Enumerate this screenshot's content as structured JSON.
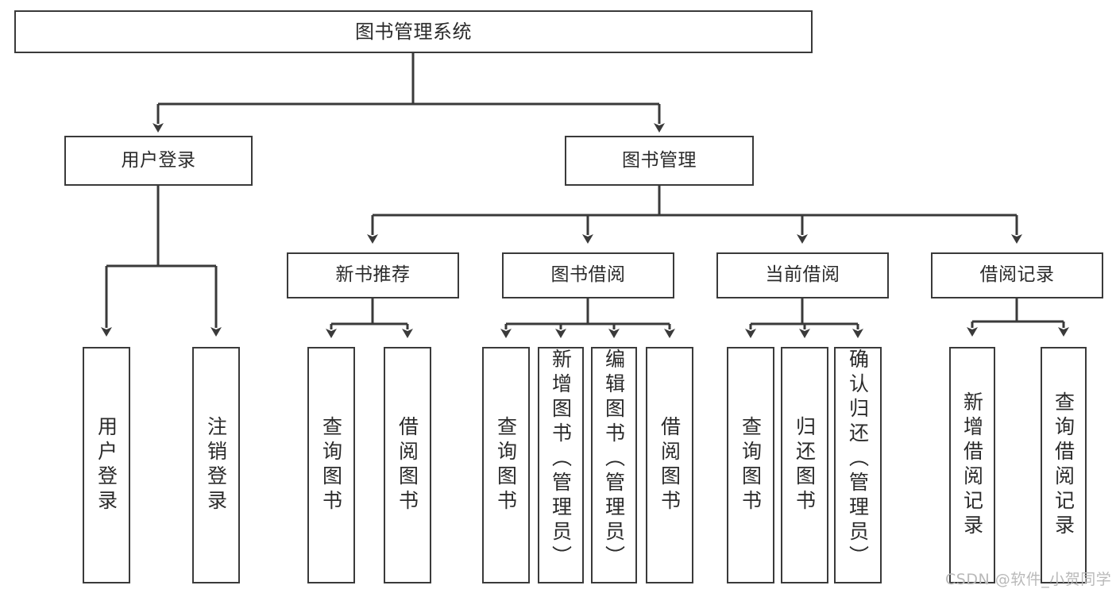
{
  "diagram": {
    "title": "图书管理系统",
    "type": "tree-hierarchy",
    "levels": [
      {
        "level": 1,
        "nodes": [
          {
            "id": "root",
            "label": "图书管理系统"
          }
        ]
      },
      {
        "level": 2,
        "nodes": [
          {
            "id": "user-login",
            "label": "用户登录"
          },
          {
            "id": "book-admin",
            "label": "图书管理"
          }
        ]
      },
      {
        "level": 3,
        "nodes": [
          {
            "id": "new-book-rec",
            "label": "新书推荐"
          },
          {
            "id": "book-borrow",
            "label": "图书借阅"
          },
          {
            "id": "current-borrow",
            "label": "当前借阅"
          },
          {
            "id": "borrow-record",
            "label": "借阅记录"
          }
        ]
      },
      {
        "level": 4,
        "nodes": [
          {
            "id": "leaf-user-login",
            "label": "用户登录",
            "parent": "user-login"
          },
          {
            "id": "leaf-logout",
            "label": "注销登录",
            "parent": "user-login"
          },
          {
            "id": "leaf-query-book-1",
            "label": "查询图书",
            "parent": "new-book-rec"
          },
          {
            "id": "leaf-borrow-book-1",
            "label": "借阅图书",
            "parent": "new-book-rec"
          },
          {
            "id": "leaf-query-book-2",
            "label": "查询图书",
            "parent": "book-borrow"
          },
          {
            "id": "leaf-add-book",
            "label": "新增图书（管理员）",
            "parent": "book-borrow"
          },
          {
            "id": "leaf-edit-book",
            "label": "编辑图书（管理员）",
            "parent": "book-borrow"
          },
          {
            "id": "leaf-borrow-book-2",
            "label": "借阅图书",
            "parent": "book-borrow"
          },
          {
            "id": "leaf-query-book-3",
            "label": "查询图书",
            "parent": "current-borrow"
          },
          {
            "id": "leaf-return-book",
            "label": "归还图书",
            "parent": "current-borrow"
          },
          {
            "id": "leaf-confirm-return",
            "label": "确认归还（管理员）",
            "parent": "current-borrow"
          },
          {
            "id": "leaf-add-record",
            "label": "新增借阅记录",
            "parent": "borrow-record"
          },
          {
            "id": "leaf-query-record",
            "label": "查询借阅记录",
            "parent": "borrow-record"
          }
        ]
      }
    ],
    "colors": {
      "box_border": "#3a3a3a",
      "box_fill": "#ffffff",
      "connector": "#3a3a3a",
      "text": "#2b2b2b",
      "watermark": "#b9b9b9"
    }
  },
  "watermark": {
    "text": "CSDN @软件_小贺同学"
  }
}
